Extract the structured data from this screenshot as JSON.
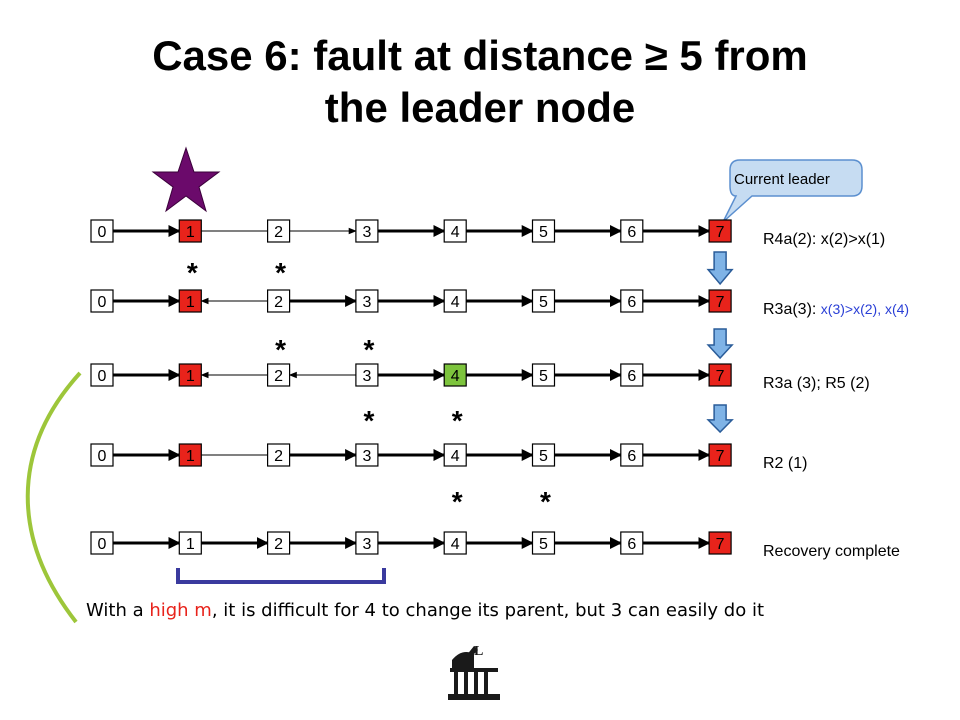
{
  "title": {
    "line1": "Case 6: fault at distance ≥ 5 from",
    "line2": "the leader node"
  },
  "callout": {
    "text": "Current leader"
  },
  "rows": [
    {
      "nodes": [
        {
          "label": "0",
          "fill": "#ffffff"
        },
        {
          "label": "1",
          "fill": "#e8231b"
        },
        {
          "label": "2",
          "fill": "#ffffff"
        },
        {
          "label": "3",
          "fill": "#ffffff"
        },
        {
          "label": "4",
          "fill": "#ffffff"
        },
        {
          "label": "5",
          "fill": "#ffffff"
        },
        {
          "label": "6",
          "fill": "#ffffff"
        },
        {
          "label": "7",
          "fill": "#e8231b"
        }
      ],
      "edges": [
        "bold-right",
        "thin-none",
        "thin-right",
        "bold-right",
        "bold-right",
        "bold-right",
        "bold-right"
      ],
      "stars_under": [
        1,
        2
      ],
      "label_parts": [
        {
          "text": "R4a(2): x(2)>x(1)",
          "color": "#000000"
        }
      ]
    },
    {
      "nodes": [
        {
          "label": "0",
          "fill": "#ffffff"
        },
        {
          "label": "1",
          "fill": "#e8231b"
        },
        {
          "label": "2",
          "fill": "#ffffff"
        },
        {
          "label": "3",
          "fill": "#ffffff"
        },
        {
          "label": "4",
          "fill": "#ffffff"
        },
        {
          "label": "5",
          "fill": "#ffffff"
        },
        {
          "label": "6",
          "fill": "#ffffff"
        },
        {
          "label": "7",
          "fill": "#e8231b"
        }
      ],
      "edges": [
        "bold-right",
        "thin-left",
        "bold-right",
        "bold-right",
        "bold-right",
        "bold-right",
        "bold-right"
      ],
      "stars_under": [
        2,
        3
      ],
      "label_parts": [
        {
          "text": "R3a(3): ",
          "color": "#000000"
        },
        {
          "text": "x(3)>x(2), x(4)",
          "color": "#2a3fd6"
        }
      ]
    },
    {
      "nodes": [
        {
          "label": "0",
          "fill": "#ffffff"
        },
        {
          "label": "1",
          "fill": "#e8231b"
        },
        {
          "label": "2",
          "fill": "#ffffff"
        },
        {
          "label": "3",
          "fill": "#ffffff"
        },
        {
          "label": "4",
          "fill": "#7dc43d"
        },
        {
          "label": "5",
          "fill": "#ffffff"
        },
        {
          "label": "6",
          "fill": "#ffffff"
        },
        {
          "label": "7",
          "fill": "#e8231b"
        }
      ],
      "edges": [
        "bold-right",
        "thin-left",
        "thin-left",
        "bold-right",
        "bold-right",
        "bold-right",
        "bold-right"
      ],
      "stars_under": [
        3,
        4
      ],
      "label_parts": [
        {
          "text": "R3a (3); R5 (2)",
          "color": "#000000"
        }
      ]
    },
    {
      "nodes": [
        {
          "label": "0",
          "fill": "#ffffff"
        },
        {
          "label": "1",
          "fill": "#e8231b"
        },
        {
          "label": "2",
          "fill": "#ffffff"
        },
        {
          "label": "3",
          "fill": "#ffffff"
        },
        {
          "label": "4",
          "fill": "#ffffff"
        },
        {
          "label": "5",
          "fill": "#ffffff"
        },
        {
          "label": "6",
          "fill": "#ffffff"
        },
        {
          "label": "7",
          "fill": "#e8231b"
        }
      ],
      "edges": [
        "bold-right",
        "thin-none",
        "bold-right",
        "bold-right",
        "bold-right",
        "bold-right",
        "bold-right"
      ],
      "stars_under": [
        4,
        5
      ],
      "label_parts": [
        {
          "text": "R2 (1)",
          "color": "#000000"
        }
      ]
    },
    {
      "nodes": [
        {
          "label": "0",
          "fill": "#ffffff"
        },
        {
          "label": "1",
          "fill": "#ffffff"
        },
        {
          "label": "2",
          "fill": "#ffffff"
        },
        {
          "label": "3",
          "fill": "#ffffff"
        },
        {
          "label": "4",
          "fill": "#ffffff"
        },
        {
          "label": "5",
          "fill": "#ffffff"
        },
        {
          "label": "6",
          "fill": "#ffffff"
        },
        {
          "label": "7",
          "fill": "#e8231b"
        }
      ],
      "edges": [
        "bold-right",
        "bold-right",
        "bold-right",
        "bold-right",
        "bold-right",
        "bold-right",
        "bold-right"
      ],
      "stars_under": [],
      "label_parts": [
        {
          "text": "Recovery complete",
          "color": "#000000"
        }
      ]
    }
  ],
  "star_symbol": "*",
  "caption": {
    "part1": "With a ",
    "highlight": "high m",
    "part2": ", it is difficult for 4 to change its parent, but 3 can easily do it"
  },
  "colors": {
    "leader_red": "#e8231b",
    "green_node": "#7dc43d",
    "fault_star": "#6b0a6b",
    "down_arrow_fill": "#7fb3e6",
    "down_arrow_stroke": "#2a5c99",
    "bracket": "#3a3a9e",
    "curve": "#9dc63a",
    "callout_fill": "#c6dcf2",
    "callout_stroke": "#5b8fcf",
    "highlight_text": "#e8231b",
    "emphasis_text": "#2a3fd6"
  },
  "icons": [
    "fault-star-icon",
    "down-arrow-icon",
    "university-logo-icon"
  ]
}
